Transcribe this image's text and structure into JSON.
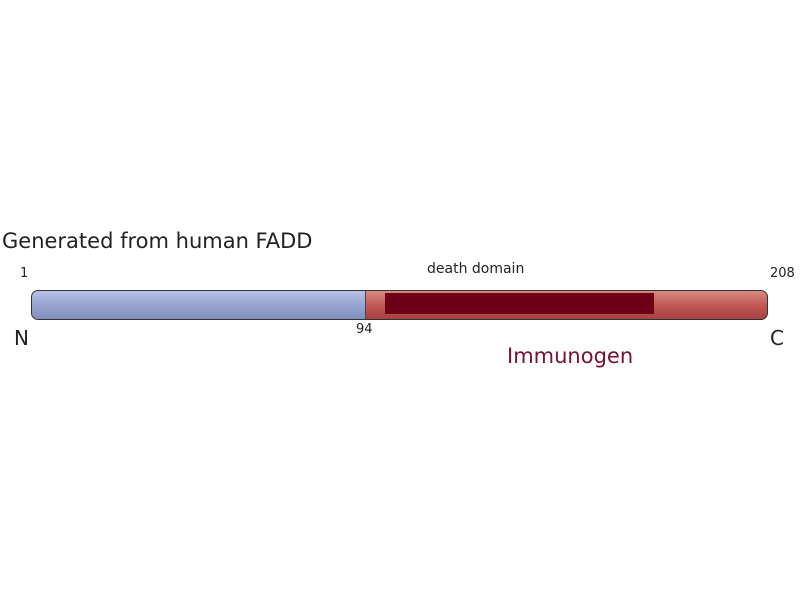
{
  "title": "Generated from human FADD",
  "protein": {
    "start": "1",
    "end": "208",
    "split_position": "94",
    "n_label": "N",
    "c_label": "C"
  },
  "domain": {
    "label": "death domain"
  },
  "immunogen": {
    "label": "Immunogen"
  },
  "colors": {
    "n_region": "#98a4d0",
    "immunogen_region": "#c05a55",
    "death_domain": "#6e0018",
    "immunogen_text": "#7a1030"
  }
}
